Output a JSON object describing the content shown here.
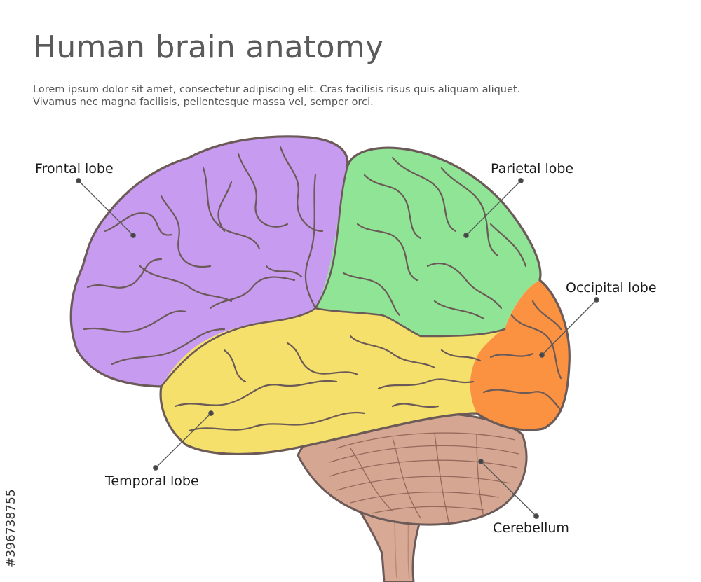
{
  "title": "Human brain anatomy",
  "subtitle_lines": [
    "Lorem ipsum dolor sit amet, consectetur adipiscing elit. Cras facilisis risus quis aliquam aliquet.",
    "Vivamus nec magna facilisis, pellentesque massa vel, semper orci."
  ],
  "labels": {
    "frontal": "Frontal lobe",
    "parietal": "Parietal lobe",
    "occipital": "Occipital lobe",
    "temporal": "Temporal lobe",
    "cerebellum": "Cerebellum"
  },
  "colors": {
    "frontal": "#c79bf0",
    "parietal": "#8fe595",
    "occipital": "#fb9241",
    "temporal": "#f4e06a",
    "cerebellum": "#d5a692",
    "brainstem": "#d8aa95",
    "outline": "#6b5a58"
  },
  "watermark_text": "#396738755"
}
